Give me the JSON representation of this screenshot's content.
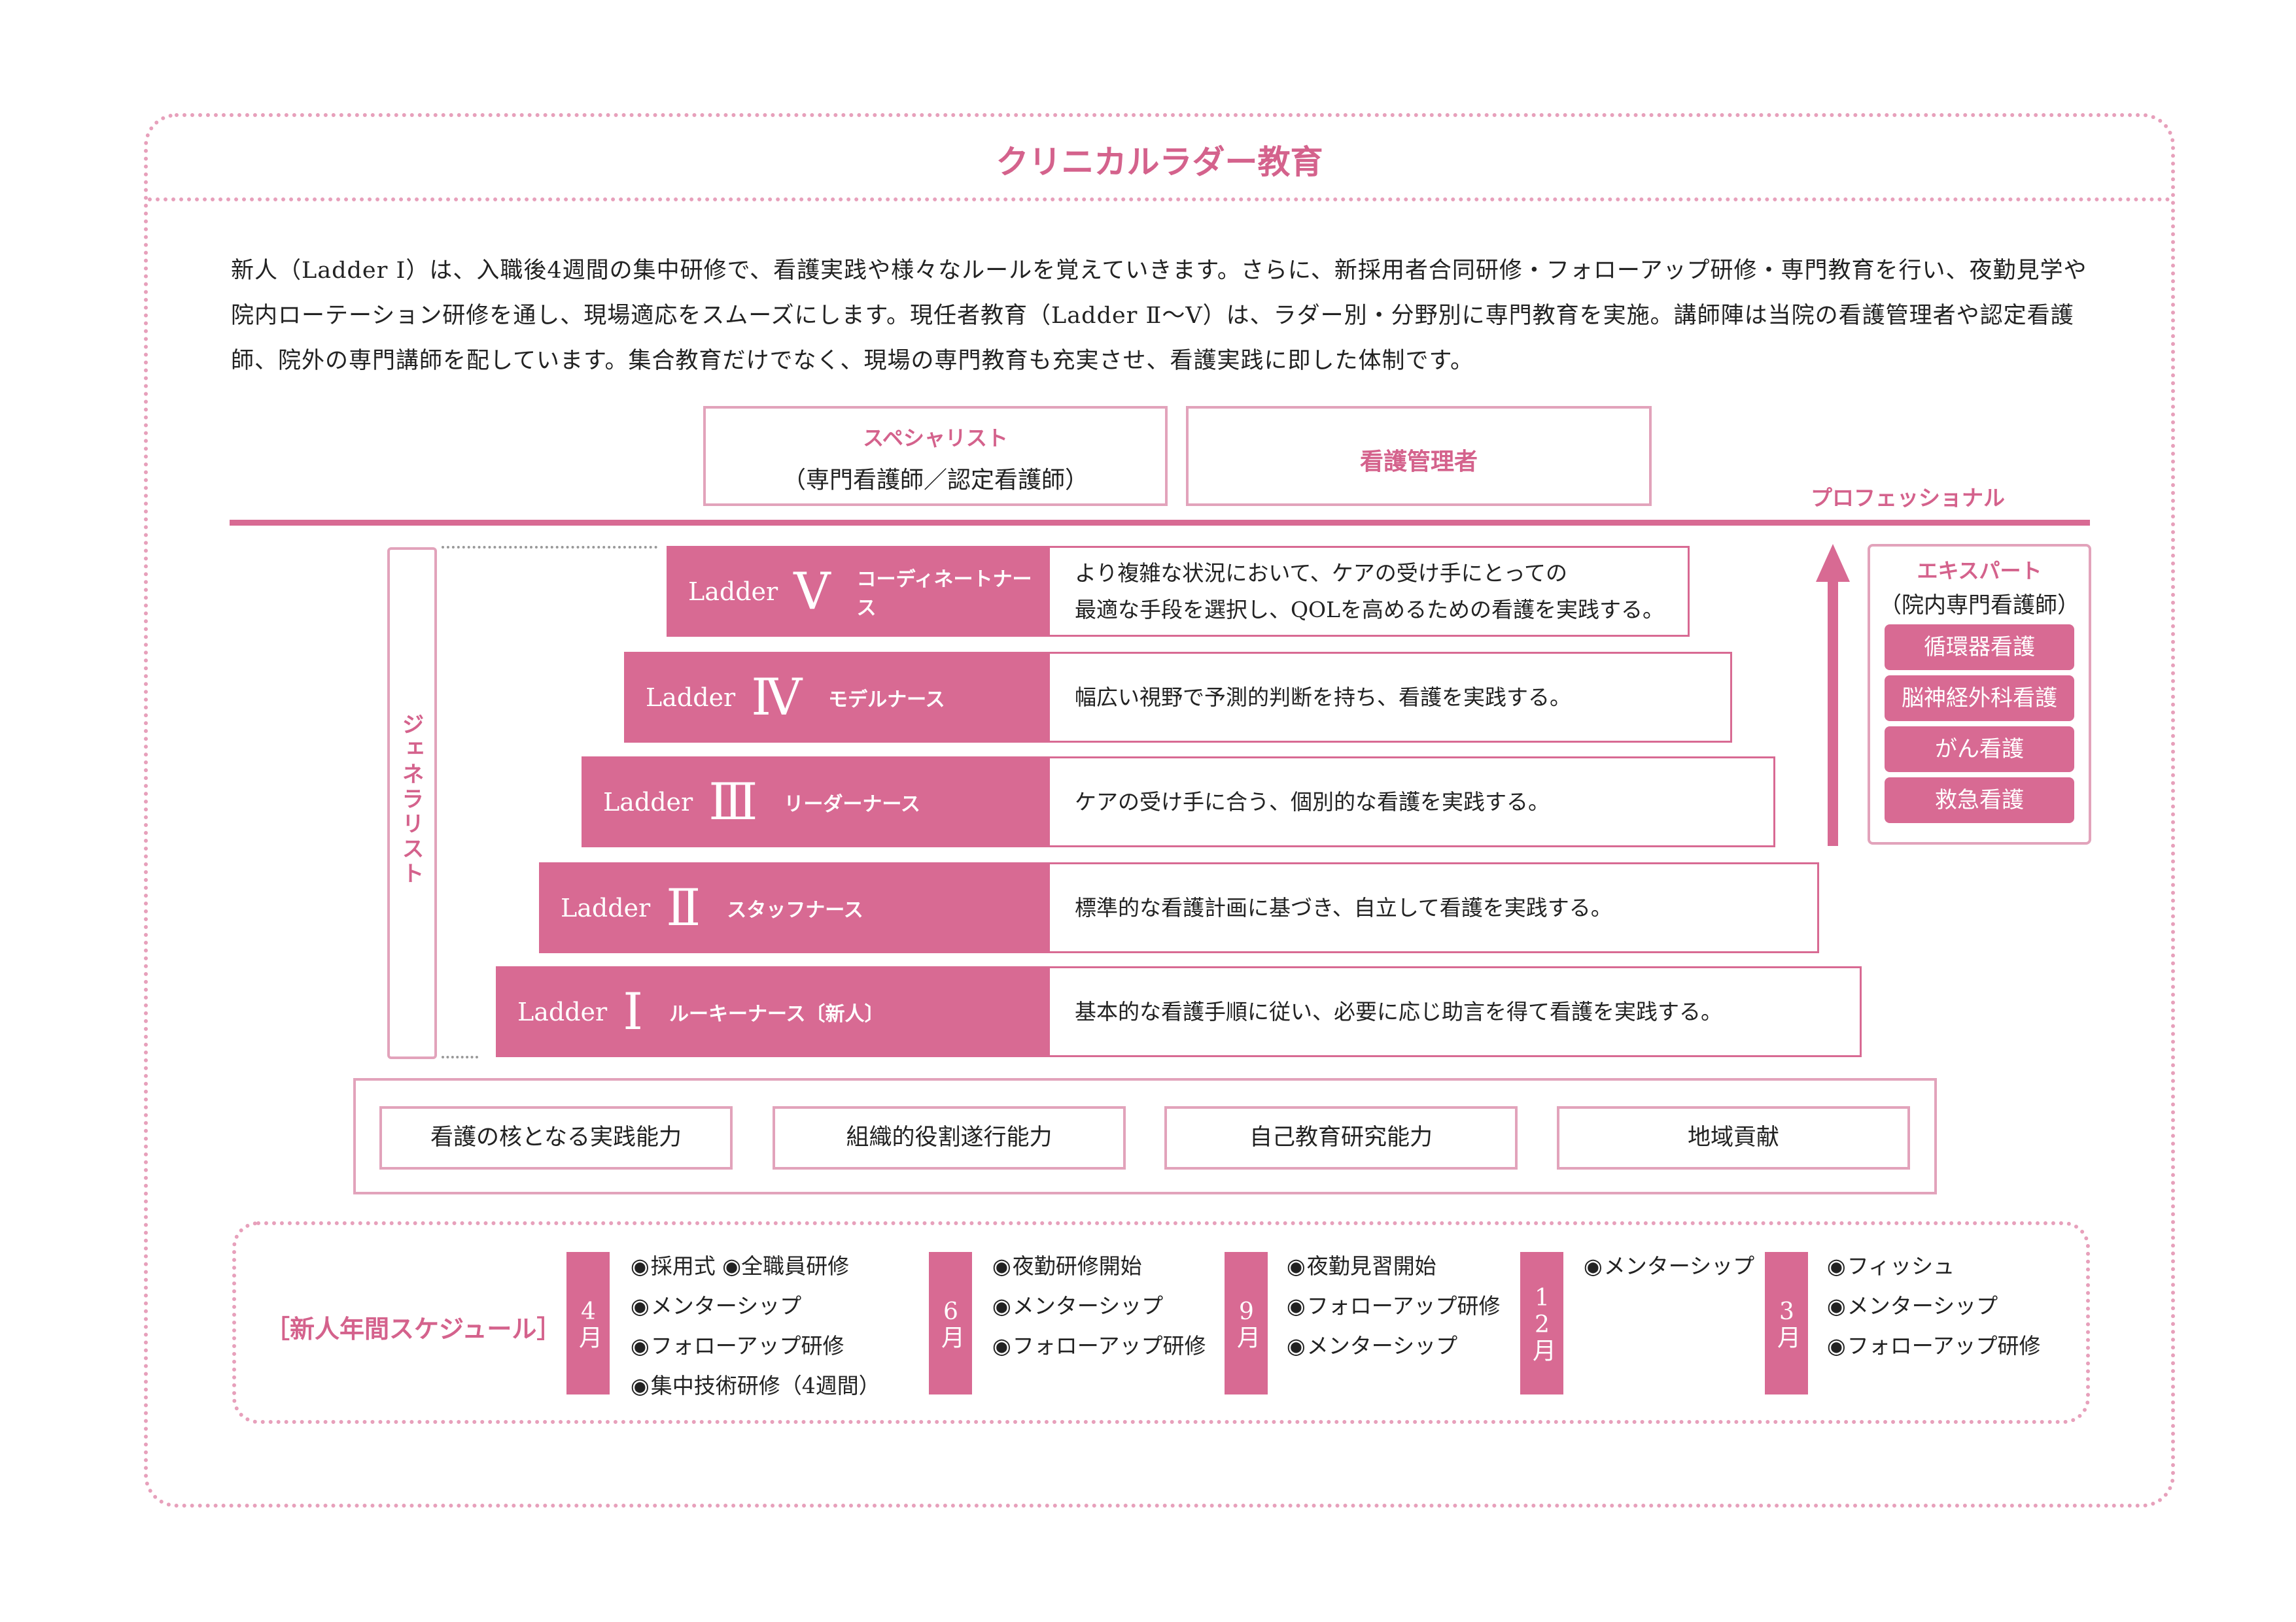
{
  "title": "クリニカルラダー教育",
  "intro": "新人（Ladder Ⅰ）は、入職後4週間の集中研修で、看護実践や様々なルールを覚えていきます。さらに、新採用者合同研修・フォローアップ研修・専門教育を行い、夜勤見学や院内ローテーション研修を通し、現場適応をスムーズにします。現任者教育（Ladder Ⅱ～Ⅴ）は、ラダー別・分野別に専門教育を実施。講師陣は当院の看護管理者や認定看護師、院外の専門講師を配しています。集合教育だけでなく、現場の専門教育も充実させ、看護実践に即した体制です。",
  "specialist": {
    "title": "スペシャリスト",
    "sub": "（専門看護師／認定看護師）"
  },
  "manager": "看護管理者",
  "professional": "プロフェッショナル",
  "generalist": "ジェネラリスト",
  "ladders": [
    {
      "word": "Ladder",
      "num": "Ⅴ",
      "role": "コーディネートナース",
      "desc1": "より複雑な状況において、ケアの受け手にとっての",
      "desc2": "最適な手段を選択し、QOLを高めるための看護を実践する。"
    },
    {
      "word": "Ladder",
      "num": "Ⅳ",
      "role": "モデルナース",
      "desc1": "幅広い視野で予測的判断を持ち、看護を実践する。"
    },
    {
      "word": "Ladder",
      "num": "Ⅲ",
      "role": "リーダーナース",
      "desc1": "ケアの受け手に合う、個別的な看護を実践する。"
    },
    {
      "word": "Ladder",
      "num": "Ⅱ",
      "role": "スタッフナース",
      "desc1": "標準的な看護計画に基づき、自立して看護を実践する。"
    },
    {
      "word": "Ladder",
      "num": "Ⅰ",
      "role": "ルーキーナース〔新人〕",
      "desc1": "基本的な看護手順に従い、必要に応じ助言を得て看護を実践する。"
    }
  ],
  "expert": {
    "title": "エキスパート",
    "sub": "（院内専門看護師）",
    "tags": [
      "循環器看護",
      "脳神経外科看護",
      "がん看護",
      "救急看護"
    ]
  },
  "competencies": [
    "看護の核となる実践能力",
    "組織的役割遂行能力",
    "自己教育研究能力",
    "地域貢献"
  ],
  "schedule": {
    "label": "［新人年間スケジュール］",
    "months": [
      {
        "month": "4月",
        "items": [
          "採用式 ◉全職員研修",
          "メンターシップ",
          "フォローアップ研修",
          "集中技術研修（4週間）"
        ]
      },
      {
        "month": "6月",
        "items": [
          "夜勤研修開始",
          "メンターシップ",
          "フォローアップ研修"
        ]
      },
      {
        "month": "9月",
        "items": [
          "夜勤見習開始",
          "フォローアップ研修",
          "メンターシップ"
        ]
      },
      {
        "month": "12月",
        "items": [
          "メンターシップ"
        ]
      },
      {
        "month": "3月",
        "items": [
          "フィッシュ",
          "メンターシップ",
          "フォローアップ研修"
        ]
      }
    ]
  },
  "colors": {
    "accent": "#d86a93",
    "border": "#e2a3bb"
  }
}
